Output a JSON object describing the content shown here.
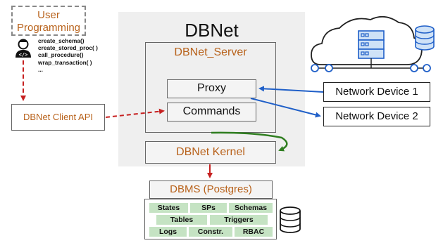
{
  "diagram": {
    "title": "DBNet",
    "server_label": "DBNet_Server",
    "proxy_label": "Proxy",
    "commands_label": "Commands",
    "kernel_label": "DBNet Kernel",
    "user_line1": "User",
    "user_line2": "Programming",
    "api_calls": [
      "create_schema()",
      "create_stored_proc( )",
      "call_procedure()",
      "wrap_transaction( )",
      "..."
    ],
    "client_api_label": "DBNet Client API",
    "network_device_1": "Network Device 1",
    "network_device_2": "Network Device 2",
    "dbms_label": "DBMS (Postgres)",
    "dbms_tags_row1": [
      "States",
      "SPs",
      "Schemas"
    ],
    "dbms_tags_row2": [
      "Tables",
      "Triggers"
    ],
    "dbms_tags_row3": [
      "Logs",
      "Constr.",
      "RBAC"
    ]
  },
  "colors": {
    "accent_orange": "#b8621b",
    "arrow_red": "#c62020",
    "arrow_blue": "#1f5fc8",
    "arrow_green": "#2e7d1f",
    "tag_green": "#c5e3c3",
    "panel_gray": "#efefef"
  },
  "icons": [
    "programmer-icon",
    "cloud-icon",
    "server-rack-icon",
    "database-icon",
    "network-node-icon"
  ]
}
